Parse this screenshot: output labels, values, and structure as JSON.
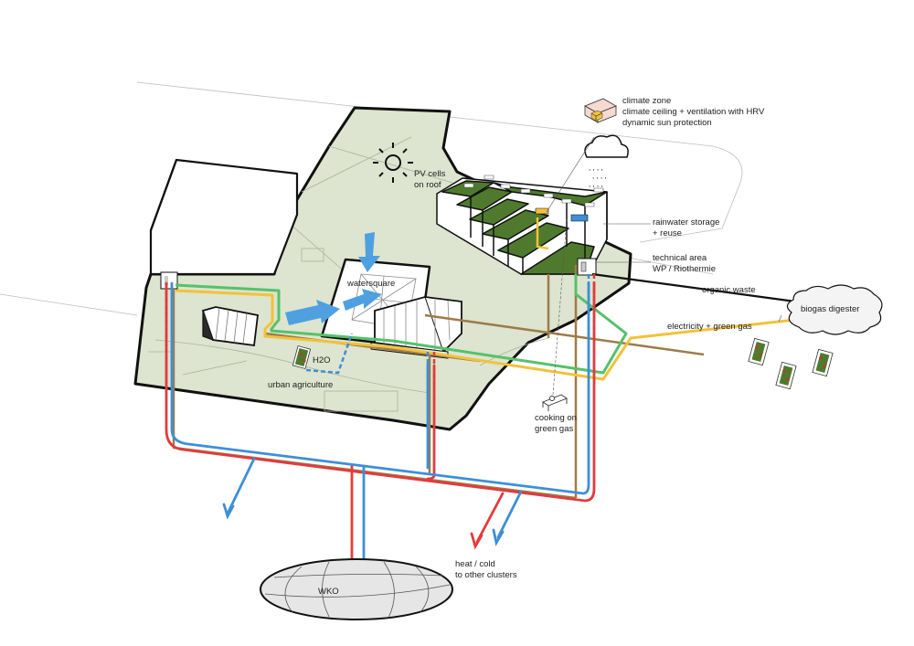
{
  "colors": {
    "ground": "#dde4cf",
    "roof_green": "#4f7a2e",
    "heat_line": "#e23b3b",
    "cold_line": "#3d8fd8",
    "electricity_line": "#f2c23a",
    "green_gas_line": "#55c16b",
    "organic_line": "#9c7c48",
    "waste_line": "#111111",
    "water_arrow": "#4fa0e0"
  },
  "icons": [
    "sun-icon",
    "cloud-icon",
    "rain-icon",
    "climate-zone-cube-icon",
    "stove-icon",
    "planter-icon"
  ],
  "labels": {
    "climate": [
      "climate zone",
      "climate ceiling + ventilation with HRV",
      "dynamic sun protection"
    ],
    "pv": [
      "PV cells",
      "on roof"
    ],
    "rainwater": [
      "rainwater storage",
      "+ reuse"
    ],
    "technical": [
      "technical area",
      "WP / Riothermie"
    ],
    "organic_waste": "organic waste",
    "biogas": "biogas digester",
    "electricity": "electricity + green gas",
    "watersquare": "watersquare",
    "h2o": "H2O",
    "urban_agriculture": "urban agriculture",
    "cooking": [
      "cooking on",
      "green gas"
    ],
    "heat_cold": [
      "heat / cold",
      "to other clusters"
    ],
    "wko": "WKO"
  }
}
